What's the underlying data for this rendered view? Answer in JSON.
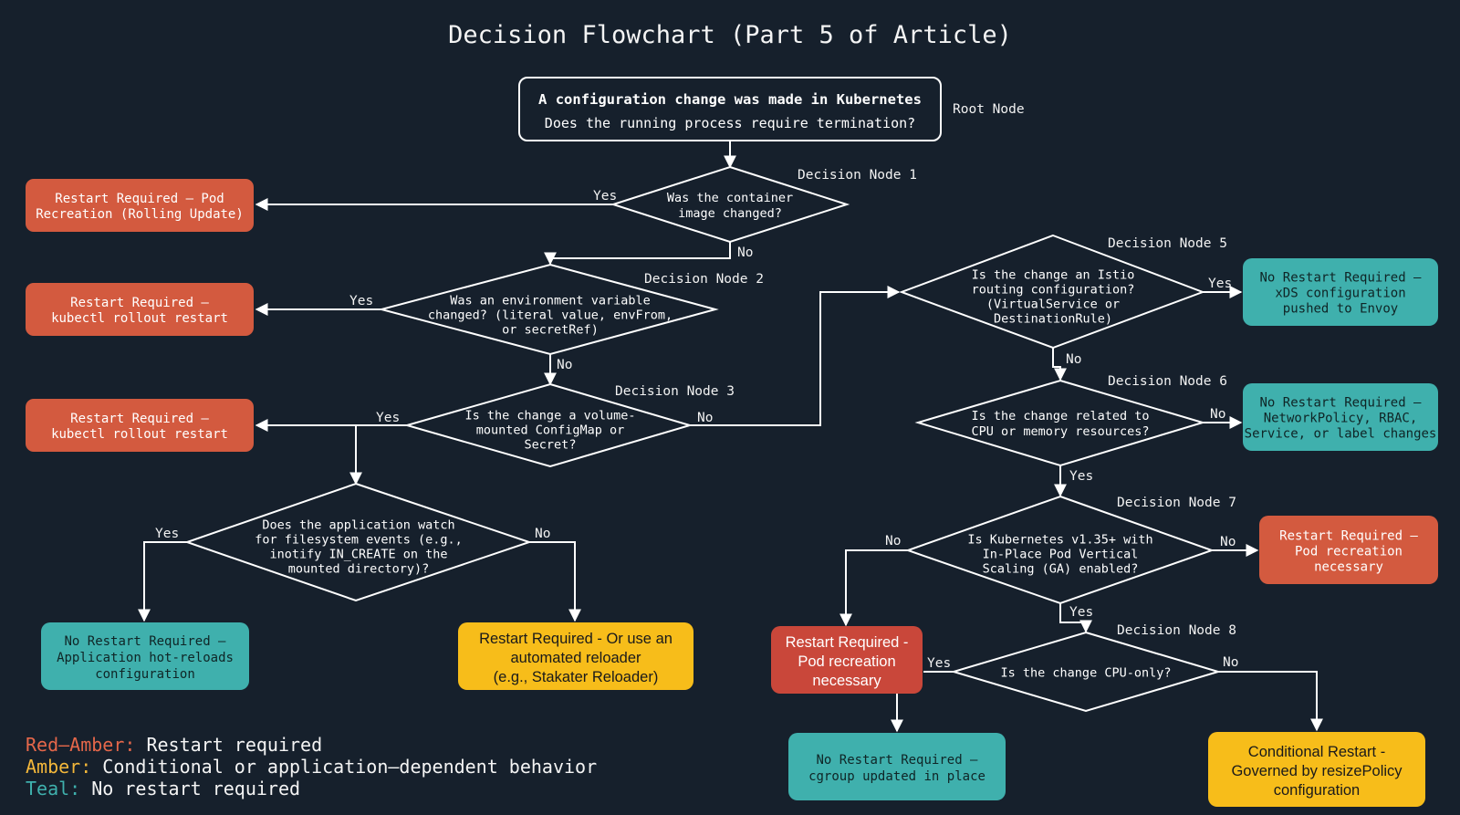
{
  "title": "Decision Flowchart (Part 5 of Article)",
  "colors": {
    "background": "#16202c",
    "red": "#d35a3f",
    "redDark": "#c9473a",
    "teal": "#3fb0ad",
    "amber": "#f7bd1a"
  },
  "root": {
    "line1": "A configuration change was made in Kubernetes",
    "line2": "Does the running process require termination?",
    "tag": "Root Node"
  },
  "nodes": {
    "d1": {
      "tag": "Decision Node 1",
      "lines": [
        "Was the container",
        "image changed?"
      ]
    },
    "d2": {
      "tag": "Decision Node 2",
      "lines": [
        "Was an environment variable",
        "changed? (literal value, envFrom,",
        "or secretRef)"
      ]
    },
    "d3": {
      "tag": "Decision Node 3",
      "lines": [
        "Is the change a volume-",
        "mounted ConfigMap or",
        "Secret?"
      ]
    },
    "d4": {
      "lines": [
        "Does the application watch",
        "for filesystem events (e.g.,",
        "inotify IN_CREATE on the",
        "mounted directory)?"
      ]
    },
    "d5": {
      "tag": "Decision Node 5",
      "lines": [
        "Is the change an Istio",
        "routing configuration?",
        "(VirtualService or",
        "DestinationRule)"
      ]
    },
    "d6": {
      "tag": "Decision Node 6",
      "lines": [
        "Is the change related to",
        "CPU or memory resources?"
      ]
    },
    "d7": {
      "tag": "Decision Node 7",
      "lines": [
        "Is Kubernetes v1.35+ with",
        "In-Place Pod Vertical",
        "Scaling (GA) enabled?"
      ]
    },
    "d8": {
      "tag": "Decision Node 8",
      "lines": [
        "Is the change CPU-only?"
      ]
    }
  },
  "results": {
    "r1": {
      "lines": [
        "Restart Required – Pod",
        "Recreation (Rolling Update)"
      ]
    },
    "r2": {
      "lines": [
        "Restart Required –",
        "kubectl rollout restart"
      ]
    },
    "r3": {
      "lines": [
        "Restart Required –",
        "kubectl rollout restart"
      ]
    },
    "t4": {
      "lines": [
        "No Restart Required –",
        "Application hot-reloads",
        "configuration"
      ]
    },
    "y4": {
      "lines": [
        "Restart Required - Or use an",
        "automated reloader",
        "(e.g., Stakater Reloader)"
      ]
    },
    "t5": {
      "lines": [
        "No Restart Required –",
        "xDS configuration",
        "pushed to Envoy"
      ]
    },
    "t6": {
      "lines": [
        "No Restart Required –",
        "NetworkPolicy, RBAC,",
        "Service, or label changes"
      ]
    },
    "r7": {
      "lines": [
        "Restart Required –",
        "Pod recreation",
        "necessary"
      ]
    },
    "r7b": {
      "lines": [
        "Restart Required -",
        "Pod recreation",
        "necessary"
      ]
    },
    "t8": {
      "lines": [
        "No Restart Required –",
        "cgroup updated in place"
      ]
    },
    "y8": {
      "lines": [
        "Conditional Restart -",
        "Governed by resizePolicy",
        "configuration"
      ]
    }
  },
  "edgeLabels": {
    "yes": "Yes",
    "no": "No"
  },
  "legend": [
    {
      "key": "Red–Amber:",
      "value": " Restart required",
      "color": "#e5674a"
    },
    {
      "key": "Amber:",
      "value": " Conditional or application–dependent behavior",
      "color": "#f3b73a"
    },
    {
      "key": "Teal:",
      "value": " No restart required",
      "color": "#3fb0ad"
    }
  ]
}
